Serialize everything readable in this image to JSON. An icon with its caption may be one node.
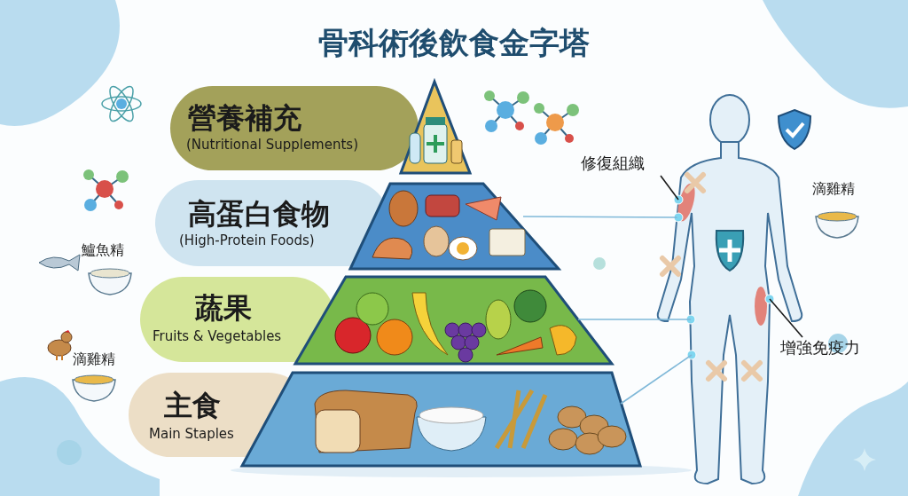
{
  "diagram": {
    "title": "骨科術後飲食金字塔",
    "nodes": [
      {
        "text": [
          "營養補充",
          "(Nutritional Supplements)"
        ]
      },
      {
        "text": [
          "高蛋白食物",
          "(High-Protein Foods)"
        ]
      },
      {
        "text": [
          "蔬果",
          "Fruits & Vegetables"
        ]
      },
      {
        "text": [
          "主食",
          "Main Staples"
        ]
      },
      {
        "text": [
          "修復組織"
        ]
      },
      {
        "text": [],
        "shape": "person"
      },
      {
        "text": [
          "增強免疫力"
        ]
      }
    ],
    "edges": [
      {
        "from": 1,
        "to": 5,
        "arrow": "none"
      },
      {
        "from": 2,
        "to": 5,
        "arrow": "none"
      },
      {
        "from": 3,
        "to": 5,
        "arrow": "none"
      },
      {
        "from": 4,
        "to": 5,
        "arrow": "none",
        "color": "#1b1b1b"
      },
      {
        "from": 6,
        "to": 5,
        "arrow": "none",
        "color": "#1b1b1b"
      }
    ],
    "labels": [
      "鱸魚精",
      "滴雞精",
      "滴雞精"
    ]
  }
}
